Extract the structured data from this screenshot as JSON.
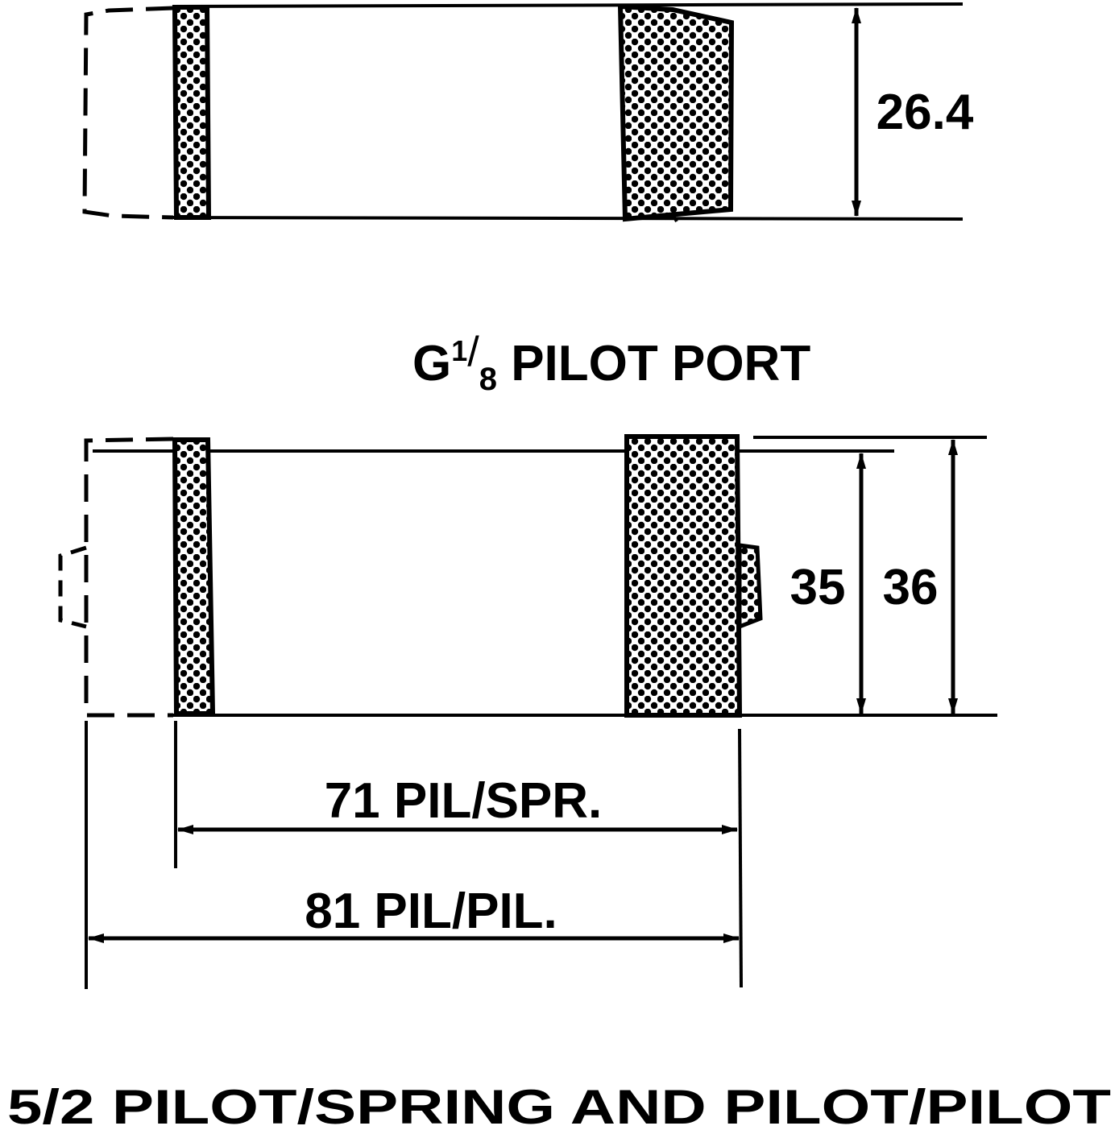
{
  "top_view": {
    "height_dim": "26.4"
  },
  "port_label": {
    "prefix": "G",
    "sup": "1",
    "slash": "/",
    "sub": "8",
    "suffix": " PILOT PORT"
  },
  "bottom_view": {
    "height_inner_dim": "35",
    "height_outer_dim": "36",
    "length_pil_spr": "71 PIL/SPR.",
    "length_pil_pil": "81 PIL/PIL."
  },
  "caption": "5/2 PILOT/SPRING AND PILOT/PILOT"
}
